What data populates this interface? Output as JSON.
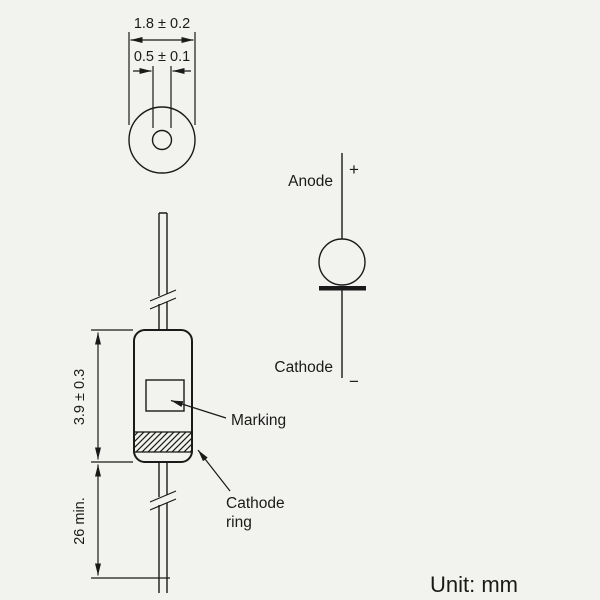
{
  "colors": {
    "background": "#f2f2ee",
    "line": "#1a1a1a"
  },
  "top_view": {
    "body_diameter_dim": "1.8 ± 0.2",
    "lead_diameter_dim": "0.5 ± 0.1"
  },
  "side_view": {
    "body_length_dim": "3.9 ± 0.3",
    "lead_length_dim": "26 min.",
    "marking_label": "Marking",
    "cathode_ring_label_line1": "Cathode",
    "cathode_ring_label_line2": "ring"
  },
  "polarity_symbol": {
    "anode_label": "Anode",
    "plus_sign": "+",
    "cathode_label": "Cathode",
    "minus_sign": "−"
  },
  "footer": {
    "unit_label": "Unit: mm"
  }
}
